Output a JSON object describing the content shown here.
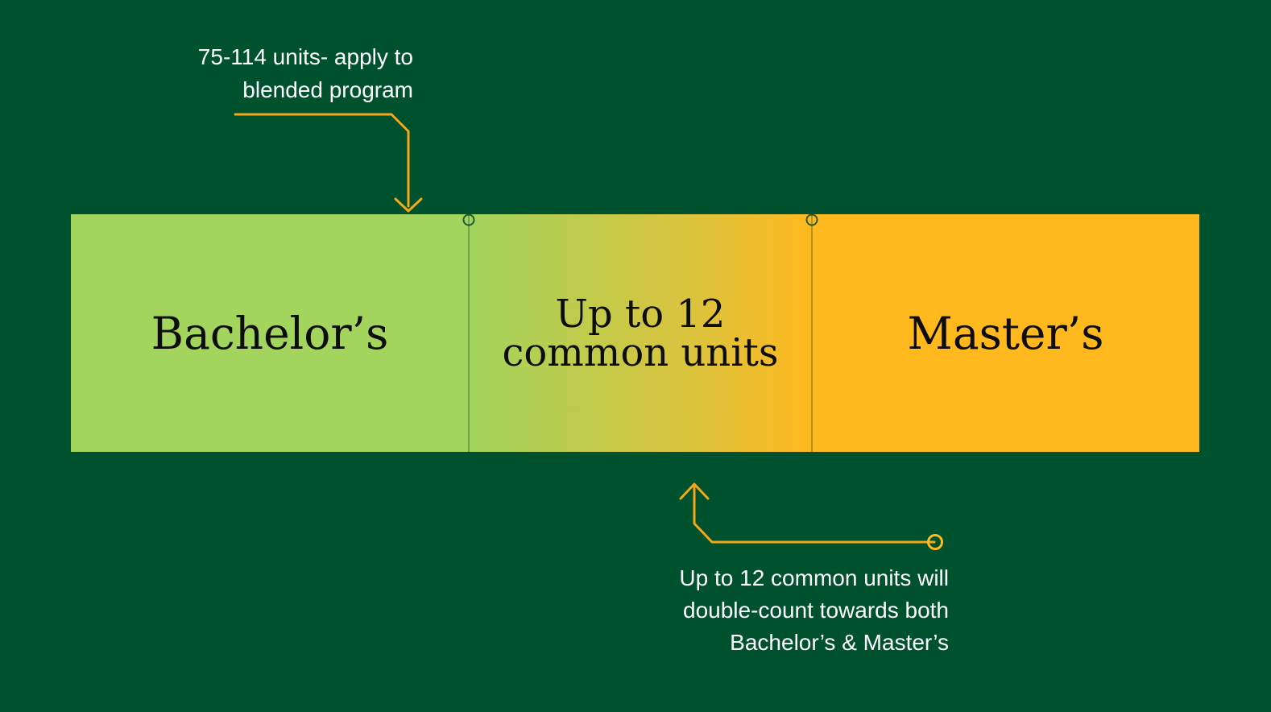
{
  "colors": {
    "background": "#00512E",
    "bachelors_green": "#A2D45E",
    "masters_gold": "#FFB81E",
    "connector_gold": "#F5A818",
    "end_ring_gold": "#FFB81E",
    "divider_green": "#0B5130",
    "bar_label_text": "#0D0D0D",
    "annotation_text": "#FFFFFF"
  },
  "top_annotation": {
    "lines": [
      "75-114 units- apply to",
      "blended program"
    ]
  },
  "bar": {
    "sections": [
      {
        "id": "bachelors",
        "label_lines": [
          "Bachelor’s"
        ]
      },
      {
        "id": "common-units",
        "label_lines": [
          "Up to 12",
          "common units"
        ]
      },
      {
        "id": "masters",
        "label_lines": [
          "Master’s"
        ]
      }
    ]
  },
  "bottom_annotation": {
    "lines": [
      "Up to 12 common units will",
      "double-count towards both",
      "Bachelor’s & Master’s"
    ]
  }
}
